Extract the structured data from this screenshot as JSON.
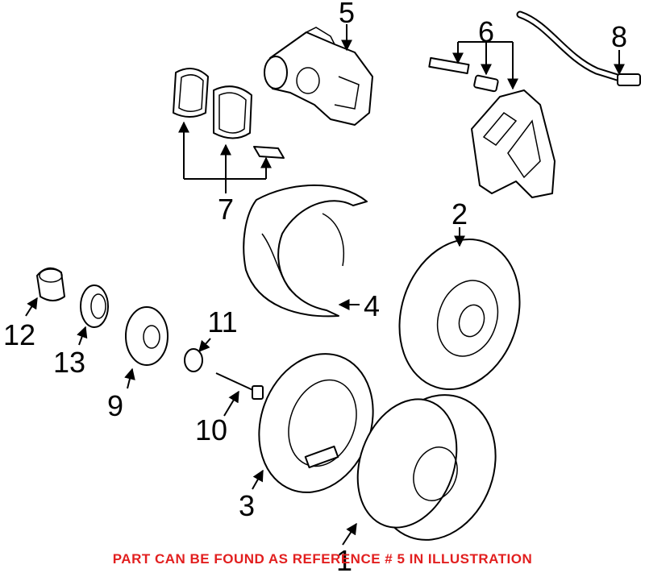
{
  "callouts": {
    "c1": "1",
    "c2": "2",
    "c3": "3",
    "c4": "4",
    "c5": "5",
    "c6": "6",
    "c7": "7",
    "c8": "8",
    "c9": "9",
    "c10": "10",
    "c11": "11",
    "c12": "12",
    "c13": "13"
  },
  "footer_note": "PART CAN BE FOUND AS REFERENCE # 5 IN ILLUSTRATION",
  "colors": {
    "note": "#e21f1f",
    "line": "#000000"
  }
}
